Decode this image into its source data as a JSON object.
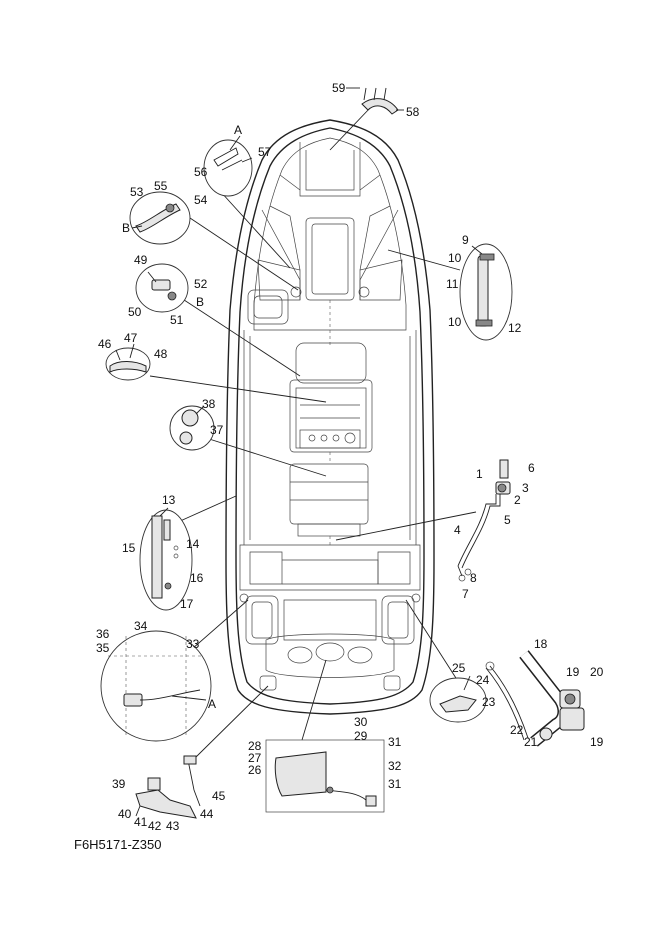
{
  "drawing_code": "F6H5171-Z350",
  "callouts": {
    "n1": "1",
    "n2": "2",
    "n3": "3",
    "n4": "4",
    "n5": "5",
    "n6": "6",
    "n7": "7",
    "n8": "8",
    "n9": "9",
    "n10a": "10",
    "n10b": "10",
    "n11": "11",
    "n12": "12",
    "n13": "13",
    "n14": "14",
    "n15": "15",
    "n16": "16",
    "n17": "17",
    "n18": "18",
    "n19a": "19",
    "n19b": "19",
    "n20": "20",
    "n21": "21",
    "n22": "22",
    "n23": "23",
    "n24": "24",
    "n25": "25",
    "n26": "26",
    "n27": "27",
    "n28": "28",
    "n29": "29",
    "n30": "30",
    "n31a": "31",
    "n31b": "31",
    "n32": "32",
    "n33": "33",
    "n34": "34",
    "n35": "35",
    "n36": "36",
    "n37": "37",
    "n38": "38",
    "n39": "39",
    "n40": "40",
    "n41": "41",
    "n42": "42",
    "n43": "43",
    "n44": "44",
    "n45": "45",
    "n46": "46",
    "n47": "47",
    "n48": "48",
    "n49": "49",
    "n50": "50",
    "n51": "51",
    "n52": "52",
    "n53": "53",
    "n54": "54",
    "n55": "55",
    "n56": "56",
    "n57": "57",
    "n58": "58",
    "n59": "59",
    "refA1": "A",
    "refA2": "A",
    "refB1": "B",
    "refB2": "B"
  }
}
